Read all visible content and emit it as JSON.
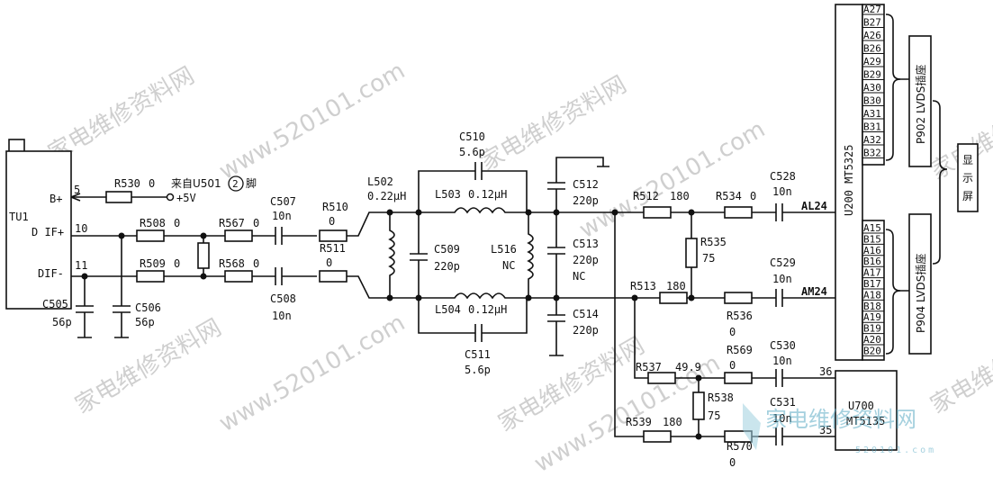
{
  "tuner": {
    "name": "TU1",
    "pins": [
      {
        "label": "B+",
        "num": "5"
      },
      {
        "label": "D IF+",
        "num": "10"
      },
      {
        "label": "DIF-",
        "num": "11"
      }
    ]
  },
  "source_note": {
    "text": "来自U501",
    "circled": "2",
    "suffix": "脚",
    "voltage": "+5V"
  },
  "resistors": [
    {
      "ref": "R530",
      "value": "0"
    },
    {
      "ref": "R508",
      "value": "0"
    },
    {
      "ref": "R509",
      "value": "0"
    },
    {
      "ref": "R567",
      "value": "0"
    },
    {
      "ref": "R568",
      "value": "0"
    },
    {
      "ref": "R510",
      "value": "0"
    },
    {
      "ref": "R511",
      "value": "0"
    },
    {
      "ref": "R512",
      "value": "180"
    },
    {
      "ref": "R534",
      "value": "0"
    },
    {
      "ref": "R535",
      "value": "75"
    },
    {
      "ref": "R513",
      "value": "180"
    },
    {
      "ref": "R536",
      "value": "0"
    },
    {
      "ref": "R537",
      "value": "49.9"
    },
    {
      "ref": "R569",
      "value": "0"
    },
    {
      "ref": "R538",
      "value": "75"
    },
    {
      "ref": "R539",
      "value": "180"
    },
    {
      "ref": "R570",
      "value": "0"
    }
  ],
  "capacitors": [
    {
      "ref": "C505",
      "value": "56p"
    },
    {
      "ref": "C506",
      "value": "56p"
    },
    {
      "ref": "C507",
      "value": "10n"
    },
    {
      "ref": "C508",
      "value": "10n"
    },
    {
      "ref": "C510",
      "value": "5.6p"
    },
    {
      "ref": "C511",
      "value": "5.6p"
    },
    {
      "ref": "C509",
      "value": "220p"
    },
    {
      "ref": "C512",
      "value": "220p"
    },
    {
      "ref": "C513",
      "value": "220p",
      "note": "NC"
    },
    {
      "ref": "C514",
      "value": "220p"
    },
    {
      "ref": "C528",
      "value": "10n"
    },
    {
      "ref": "C529",
      "value": "10n"
    },
    {
      "ref": "C530",
      "value": "10n"
    },
    {
      "ref": "C531",
      "value": "10n"
    }
  ],
  "inductors": [
    {
      "ref": "L502",
      "value": "0.22μH"
    },
    {
      "ref": "L503",
      "value": "0.12μH"
    },
    {
      "ref": "L504",
      "value": "0.12μH"
    },
    {
      "ref": "L516",
      "value": "NC"
    }
  ],
  "nets": {
    "al": "AL24",
    "am": "AM24"
  },
  "u200": {
    "label": "U200 MT5325",
    "pins_top": [
      "A27",
      "B27",
      "A26",
      "B26",
      "A29",
      "B29",
      "A30",
      "B30",
      "A31",
      "B31",
      "A32",
      "B32"
    ],
    "pins_bottom": [
      "A15",
      "B15",
      "A16",
      "B16",
      "A17",
      "B17",
      "A18",
      "B18",
      "A19",
      "B19",
      "A20",
      "B20"
    ]
  },
  "connectors": {
    "p902": "P902 LVDS插座",
    "p904": "P904 LVDS插座"
  },
  "display_box": "显示屏",
  "u700": {
    "label": "U700",
    "chip": "MT5135",
    "pin36": "36",
    "pin35": "35"
  },
  "watermarks": {
    "site": "家电维修资料网",
    "url": "www.520101.com",
    "logo": "家电维修资料网",
    "logo_url": "520101.com"
  }
}
